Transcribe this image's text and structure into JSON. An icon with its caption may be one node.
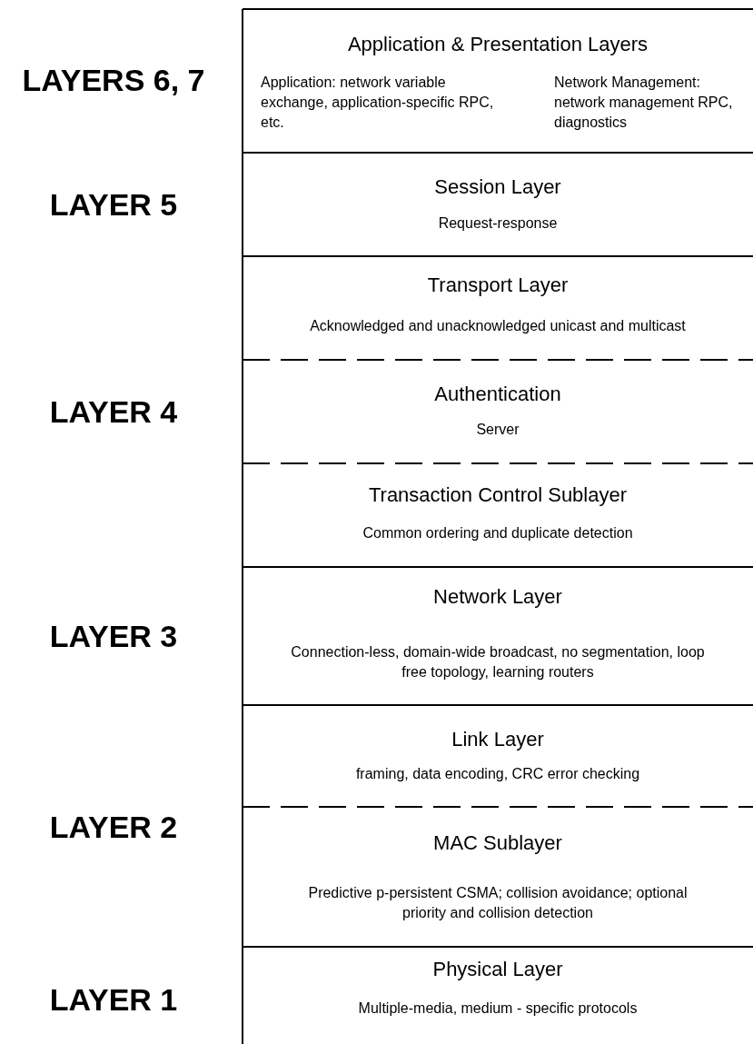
{
  "diagram": {
    "nodes": [
      {
        "text": [
          "Application & Presentation Layers",
          "Application: network variable exchange, application-specific RPC, etc.",
          "Network Management: network management RPC, diagnostics"
        ]
      },
      {
        "text": [
          "Session Layer",
          "Request-response"
        ]
      },
      {
        "text": [
          "Transport Layer",
          "Acknowledged and unacknowledged unicast and multicast"
        ]
      },
      {
        "text": [
          "Authentication",
          "Server"
        ]
      },
      {
        "text": [
          "Transaction Control Sublayer",
          "Common ordering and duplicate detection"
        ]
      },
      {
        "text": [
          "Network Layer",
          "Connection-less, domain-wide broadcast, no segmentation, loop free topology, learning routers"
        ]
      },
      {
        "text": [
          "Link Layer",
          "framing, data encoding, CRC error checking"
        ]
      },
      {
        "text": [
          "MAC Sublayer",
          "Predictive p-persistent CSMA; collision avoidance; optional priority and collision detection"
        ]
      },
      {
        "text": [
          "Physical Layer",
          "Multiple-media, medium - specific protocols"
        ]
      }
    ],
    "labels": [
      "LAYERS 6, 7",
      "LAYER 5",
      "LAYER 4",
      "LAYER 3",
      "LAYER 2",
      "LAYER 1"
    ]
  }
}
